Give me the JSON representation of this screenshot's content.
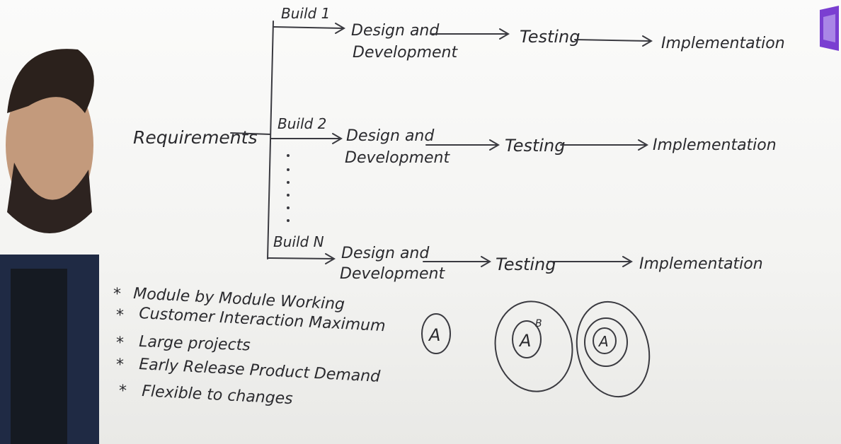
{
  "board": {
    "root": "Requirements",
    "builds": [
      {
        "label": "Build 1",
        "stages": [
          "Design and",
          "Development",
          "Testing",
          "Implementation"
        ]
      },
      {
        "label": "Build 2",
        "stages": [
          "Design and",
          "Development",
          "Testing",
          "Implementation"
        ]
      },
      {
        "label": "Build N",
        "stages": [
          "Design and",
          "Development",
          "Testing",
          "Implementation"
        ]
      }
    ],
    "bullets": [
      "Module by Module Working",
      "Customer Interaction Maximum",
      "Large projects",
      "Early Release Product Demand",
      "Flexible to changes"
    ],
    "bullet_marker": "*",
    "circle_labels": {
      "c1": "A",
      "c2_inner": "A",
      "c2_sup": "B",
      "c3_inner": "A"
    }
  },
  "colors": {
    "ink": "#2a2a2e",
    "board": "#f4f4f2",
    "logo": "#7a3fd1",
    "jacket": "#1f2a44"
  }
}
